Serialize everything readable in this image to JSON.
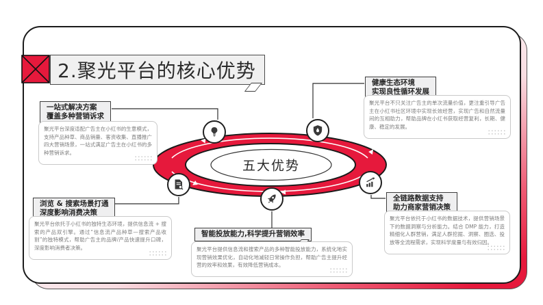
{
  "slide": {
    "title": "2.聚光平台的核心优势",
    "center_label": "五大优势",
    "accent_color": "#e6193c",
    "ink_color": "#1a1a1a"
  },
  "callouts": [
    {
      "id": "one-stop-solution",
      "icon": "lightbulb-icon",
      "title_line1": "一站式解决方案",
      "title_line2": "覆盖多种营销诉求",
      "body": "聚光平台深度适配广告主在小红书的生意模式，支持产品种草、商品销量、客资收集、直播推广四大营销场景，一站式满足广告主在小红书的多种营销诉求。"
    },
    {
      "id": "healthy-ecosystem",
      "icon": "shield-droplet-icon",
      "title_line1": "健康生态环境",
      "title_line2": "实现良性循环发展",
      "body": "聚光平台不只关注广告主的单次流量价值，更注重引导广告主在小红书社区环境中实现长效经营，实现广告和自然流量间的互相助力，帮助品牌在小红书获取经营复利，长期、健康、稳定的发展。"
    },
    {
      "id": "browse-search-link",
      "icon": "document-search-icon",
      "title_line1": "浏览 & 搜索场景打通",
      "title_line2": "深度影响消费决策",
      "body": "聚光平台依托于小红书的独特生态环境，提供信息流 + 搜索的产品双引擎。通过“信息流产品种草—搜索产品收割”的独特模式，帮助广告主的品牌/产品快速提升口碑，深度影响消费者决策。"
    },
    {
      "id": "smart-delivery",
      "icon": "rocket-icon",
      "title_line1": "智能投放能力,科学提升营销效率",
      "title_line2": "",
      "body": "聚光平台提供信息流和搜索产品的多种智能投放能力，系统化地实现营销效果优化，自动化地减轻日常操作负担，帮助广告主提升经营的效率和效果，有效降低营销成本。"
    },
    {
      "id": "full-funnel-data",
      "icon": "chart-growth-icon",
      "title_line1": "全链路数据支持",
      "title_line2": "助力商家营销决策",
      "body": "聚光平台依托于小红书的数据技术，提供营销场景下的数据洞察与分析能力。结合 DMP 能力，打造精细化人群营销，满足人群挖掘、洞察、圈选、投放等全流程需求，实现科学度量与有效归因。"
    }
  ]
}
